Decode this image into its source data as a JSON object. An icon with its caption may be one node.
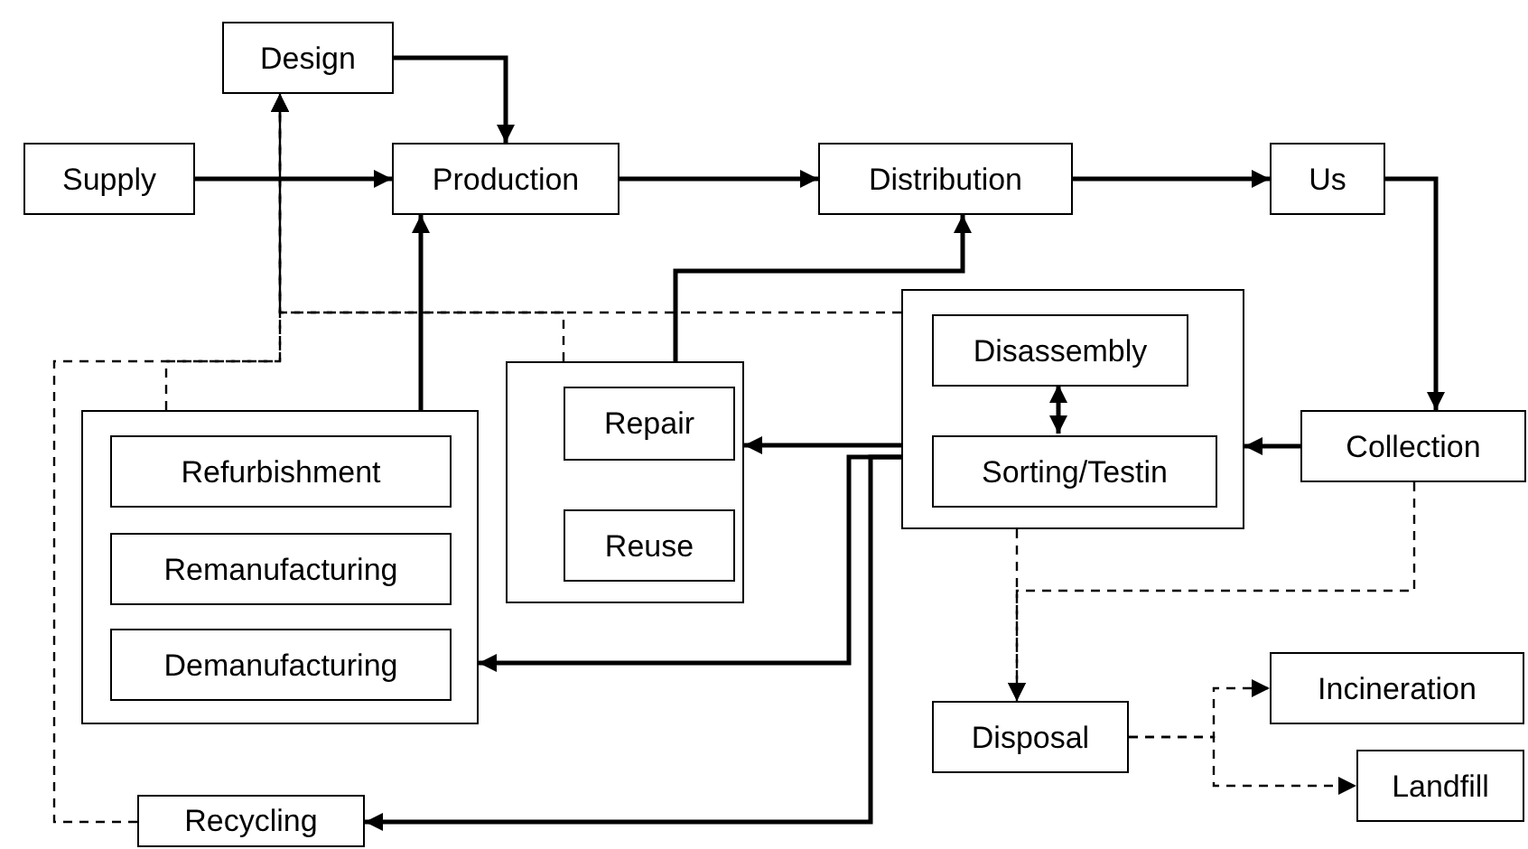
{
  "diagram": {
    "nodes": [
      {
        "text": [
          "Design"
        ]
      },
      {
        "text": [
          "Supply"
        ]
      },
      {
        "text": [
          "Production"
        ]
      },
      {
        "text": [
          "Distribution"
        ]
      },
      {
        "text": [
          "Us"
        ]
      },
      {
        "text": [],
        "shape": "box"
      },
      {
        "text": [
          "Disassembly"
        ],
        "in": 5
      },
      {
        "text": [
          "Sorting/Testin"
        ],
        "in": 5
      },
      {
        "text": [
          "Collection"
        ]
      },
      {
        "text": [],
        "shape": "box"
      },
      {
        "text": [
          "Repair"
        ],
        "in": 9
      },
      {
        "text": [
          "Reuse"
        ],
        "in": 9
      },
      {
        "text": [],
        "shape": "box"
      },
      {
        "text": [
          "Refurbishment"
        ],
        "in": 12
      },
      {
        "text": [
          "Remanufacturing"
        ],
        "in": 12
      },
      {
        "text": [
          "Demanufacturing"
        ],
        "in": 12
      },
      {
        "text": [
          "Disposal"
        ]
      },
      {
        "text": [
          "Incineration"
        ]
      },
      {
        "text": [
          "Landfill"
        ]
      },
      {
        "text": [
          "Recycling"
        ]
      }
    ],
    "edges": [
      {
        "from": 0,
        "to": 2,
        "arrow": "to"
      },
      {
        "from": 1,
        "to": 2,
        "arrow": "to"
      },
      {
        "from": 2,
        "to": 3,
        "arrow": "to"
      },
      {
        "from": 3,
        "to": 4,
        "arrow": "to"
      },
      {
        "from": 4,
        "to": 8,
        "arrow": "to"
      },
      {
        "from": 8,
        "to": 5,
        "arrow": "to"
      },
      {
        "from": 6,
        "to": 7,
        "arrow": "both"
      },
      {
        "from": 5,
        "to": 9,
        "arrow": "to"
      },
      {
        "from": 5,
        "to": 12,
        "arrow": "to"
      },
      {
        "from": 5,
        "to": 19,
        "arrow": "to"
      },
      {
        "from": 9,
        "to": 3,
        "arrow": "to"
      },
      {
        "from": 12,
        "to": 2,
        "arrow": "to"
      },
      {
        "from": 19,
        "to": 0,
        "arrow": "to",
        "style": "dashed"
      },
      {
        "from": 12,
        "to": 0,
        "arrow": "to",
        "style": "dashed"
      },
      {
        "from": 9,
        "to": 0,
        "arrow": "to",
        "style": "dashed"
      },
      {
        "from": 5,
        "to": 0,
        "arrow": "to",
        "style": "dashed"
      },
      {
        "from": 5,
        "to": 16,
        "arrow": "to",
        "style": "dashed"
      },
      {
        "from": 8,
        "to": 16,
        "arrow": "to",
        "style": "dashed"
      },
      {
        "from": 16,
        "to": 17,
        "arrow": "to",
        "style": "dashed"
      },
      {
        "from": 16,
        "to": 18,
        "arrow": "to",
        "style": "dashed"
      }
    ]
  }
}
